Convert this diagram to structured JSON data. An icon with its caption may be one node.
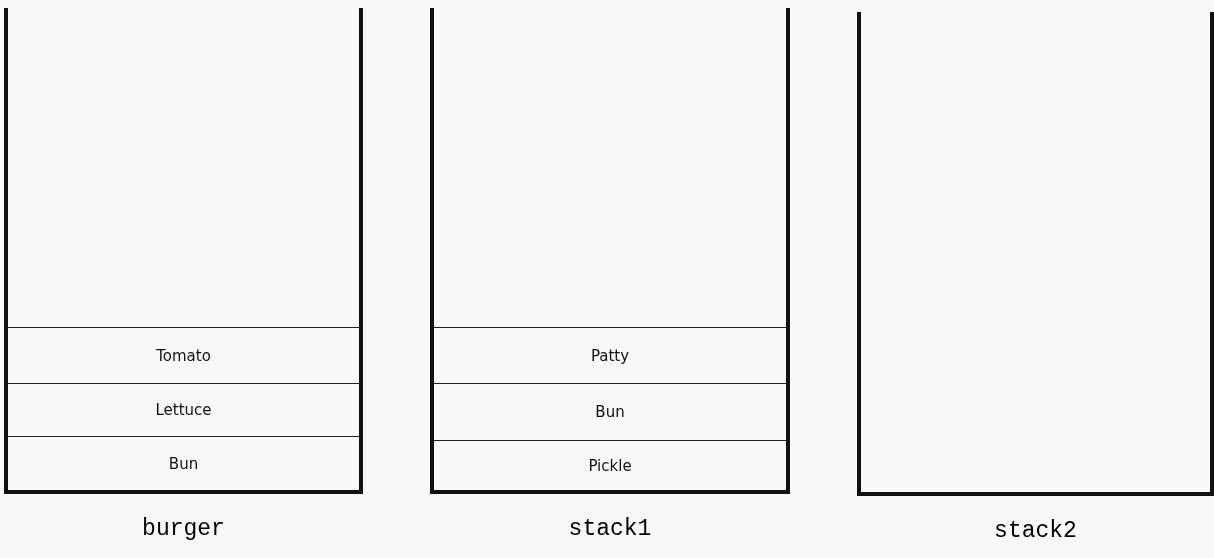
{
  "diagram": {
    "nodes": [
      {
        "text": [
          "burger"
        ]
      },
      {
        "text": [
          "Tomato"
        ],
        "in": 0
      },
      {
        "text": [
          "Lettuce"
        ],
        "in": 0
      },
      {
        "text": [
          "Bun"
        ],
        "in": 0
      },
      {
        "text": [
          "stack1"
        ]
      },
      {
        "text": [
          "Patty"
        ],
        "in": 4
      },
      {
        "text": [
          "Bun"
        ],
        "in": 4
      },
      {
        "text": [
          "Pickle"
        ],
        "in": 4
      },
      {
        "text": [
          "stack2"
        ]
      }
    ]
  }
}
